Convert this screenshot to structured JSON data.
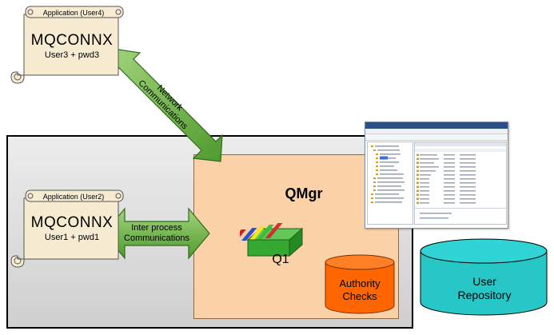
{
  "app_top": {
    "header": "Application (User4)",
    "title": "MQCONNX",
    "credentials": "User3 + pwd3"
  },
  "app_bottom": {
    "header": "Application (User2)",
    "title": "MQCONNX",
    "credentials": "User1 + pwd1"
  },
  "network_label": "Network Communications",
  "ipc_label_line1": "Inter process",
  "ipc_label_line2": "Communications",
  "qmgr_label": "QMgr",
  "queue_label": "Q1",
  "authority_line1": "Authority",
  "authority_line2": "Checks",
  "repo_line1": "User",
  "repo_line2": "Repository",
  "colors": {
    "outer_box": "#d9d9d9",
    "qmgr_box": "#fbd2a8",
    "arrow": "#7dbb58",
    "authority": "#ff6600",
    "repository": "#27c7c7",
    "queue_box": "#35a832",
    "scroll": "#f7ecd1"
  },
  "icons": [
    "scroll-icon",
    "queue-tray-icon",
    "cylinder-icon",
    "double-arrow-icon"
  ]
}
